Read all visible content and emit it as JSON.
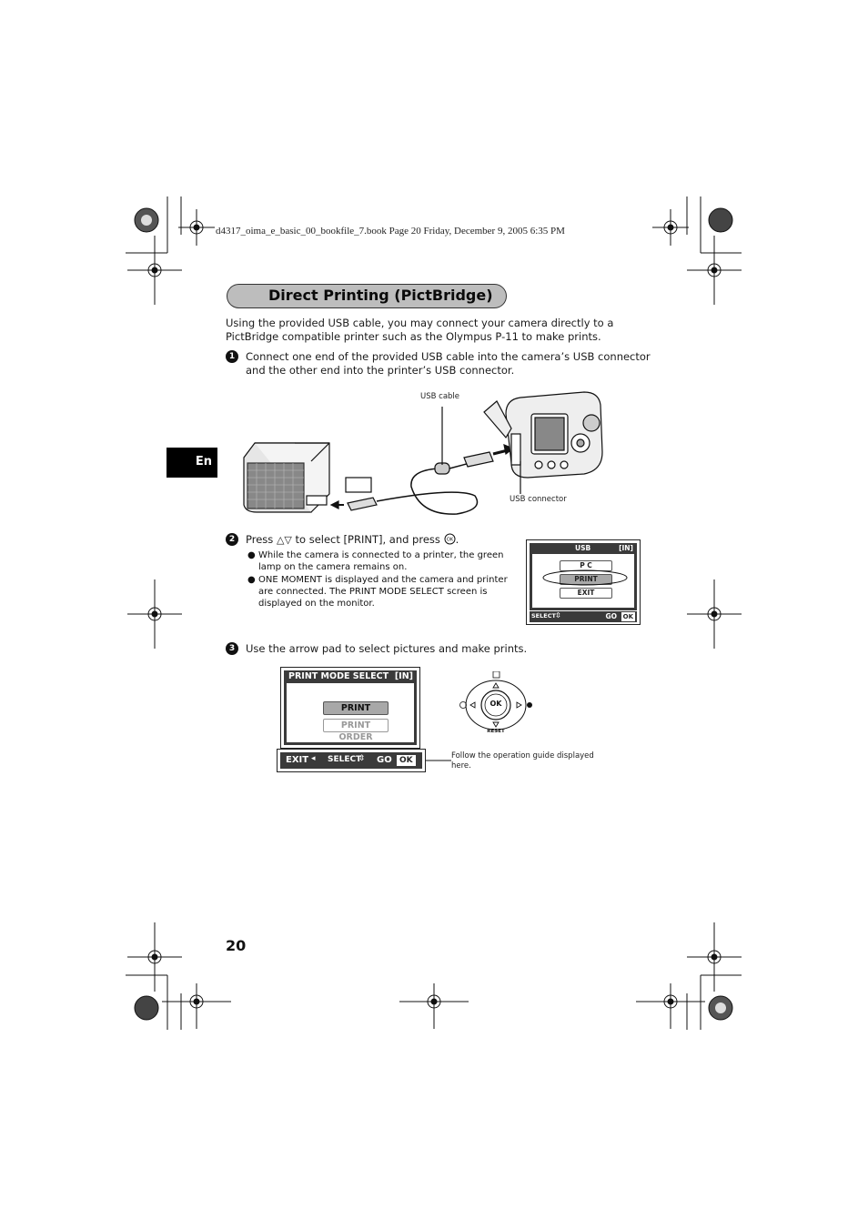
{
  "header": {
    "file_info": "d4317_oima_e_basic_00_bookfile_7.book  Page 20  Friday, December 9, 2005  6:35 PM"
  },
  "title": "Direct Printing (PictBridge)",
  "language_tab": "En",
  "intro": "Using the provided USB cable, you may connect your camera directly to a PictBridge compatible printer such as the Olympus P-11 to make prints.",
  "steps": [
    {
      "number": "1",
      "text": "Connect one end of the provided USB cable into the camera’s USB connector and the other end into the printer’s USB connector."
    },
    {
      "number": "2",
      "text_before": "Press",
      "text_arrows": "△▽",
      "text_after": "to select [PRINT], and press",
      "bullets": [
        "While the camera is connected to a printer, the green lamp on the camera remains on.",
        "ONE MOMENT is displayed and the camera and printer are connected. The PRINT MODE SELECT screen is displayed on the monitor."
      ]
    },
    {
      "number": "3",
      "text": "Use the arrow pad to select pictures and make prints."
    }
  ],
  "illustration": {
    "usb_cable_label": "USB cable",
    "usb_connector_label": "USB connector"
  },
  "usb_screen": {
    "title": "USB",
    "memory": "[IN]",
    "options": [
      "P C",
      "PRINT",
      "EXIT"
    ],
    "selected": "PRINT",
    "footer_left": "SELECT",
    "footer_right": "GO",
    "ok": "OK"
  },
  "print_mode_screen": {
    "title": "PRINT MODE SELECT",
    "memory": "[IN]",
    "options": [
      "PRINT",
      "PRINT ORDER"
    ],
    "selected": "PRINT",
    "footer_exit": "EXIT",
    "footer_select": "SELECT",
    "footer_go": "GO",
    "ok": "OK"
  },
  "arrow_pad": {
    "center": "OK",
    "bottom_label": "RESET"
  },
  "guide_note": "Follow the operation guide displayed here.",
  "page_number": "20"
}
